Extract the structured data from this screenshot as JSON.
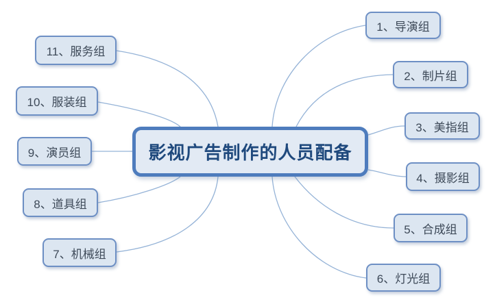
{
  "page": {
    "background_color": "#ffffff"
  },
  "mindmap": {
    "title": "影视广告制作的人员配备",
    "colors": {
      "central_fill": "#e2eaf4",
      "central_border": "#4e7cbd",
      "central_text": "#1f497d",
      "branch_fill": "#dce6f1",
      "branch_border": "#6d8fc4",
      "branch_text": "#3e4a59",
      "connector_line": "#95b3d7"
    },
    "branches": [
      {
        "label": "1、导演组",
        "side": "right"
      },
      {
        "label": "2、制片组",
        "side": "right"
      },
      {
        "label": "3、美指组",
        "side": "right"
      },
      {
        "label": "4、摄影组",
        "side": "right"
      },
      {
        "label": "5、合成组",
        "side": "right"
      },
      {
        "label": "6、灯光组",
        "side": "right"
      },
      {
        "label": "7、机械组",
        "side": "left"
      },
      {
        "label": "8、道具组",
        "side": "left"
      },
      {
        "label": "9、演员组",
        "side": "left"
      },
      {
        "label": "10、服装组",
        "side": "left"
      },
      {
        "label": "11、服务组",
        "side": "left"
      }
    ]
  }
}
